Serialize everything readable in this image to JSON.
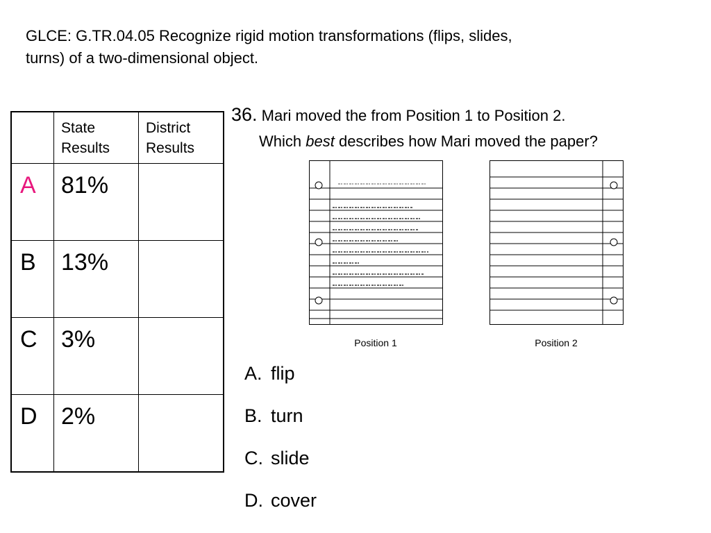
{
  "header": {
    "line1": "GLCE: G.TR.04.05 Recognize rigid motion transformations (flips, slides,",
    "line2": "turns) of a two-dimensional object."
  },
  "table": {
    "headers": [
      {
        "line1": "",
        "line2": ""
      },
      {
        "line1": "State",
        "line2": "Results"
      },
      {
        "line1": "District",
        "line2": "Results"
      }
    ],
    "rows": [
      {
        "letter": "A",
        "state": "81%",
        "district": "",
        "letter_color": "#e8177d"
      },
      {
        "letter": "B",
        "state": "13%",
        "district": "",
        "letter_color": "#000000"
      },
      {
        "letter": "C",
        "state": "3%",
        "district": "",
        "letter_color": "#000000"
      },
      {
        "letter": "D",
        "state": "2%",
        "district": "",
        "letter_color": "#000000"
      }
    ]
  },
  "question": {
    "number": "36.",
    "line1": "Mari moved the from Position 1 to Position 2.",
    "line2_pre": "Which ",
    "line2_em": "best",
    "line2_post": " describes how Mari moved the paper?"
  },
  "figure": {
    "position1_label": "Position 1",
    "position2_label": "Position 2"
  },
  "choices": [
    {
      "letter": "A.",
      "text": "flip"
    },
    {
      "letter": "B.",
      "text": "turn"
    },
    {
      "letter": "C.",
      "text": "slide"
    },
    {
      "letter": "D.",
      "text": "cover"
    }
  ]
}
